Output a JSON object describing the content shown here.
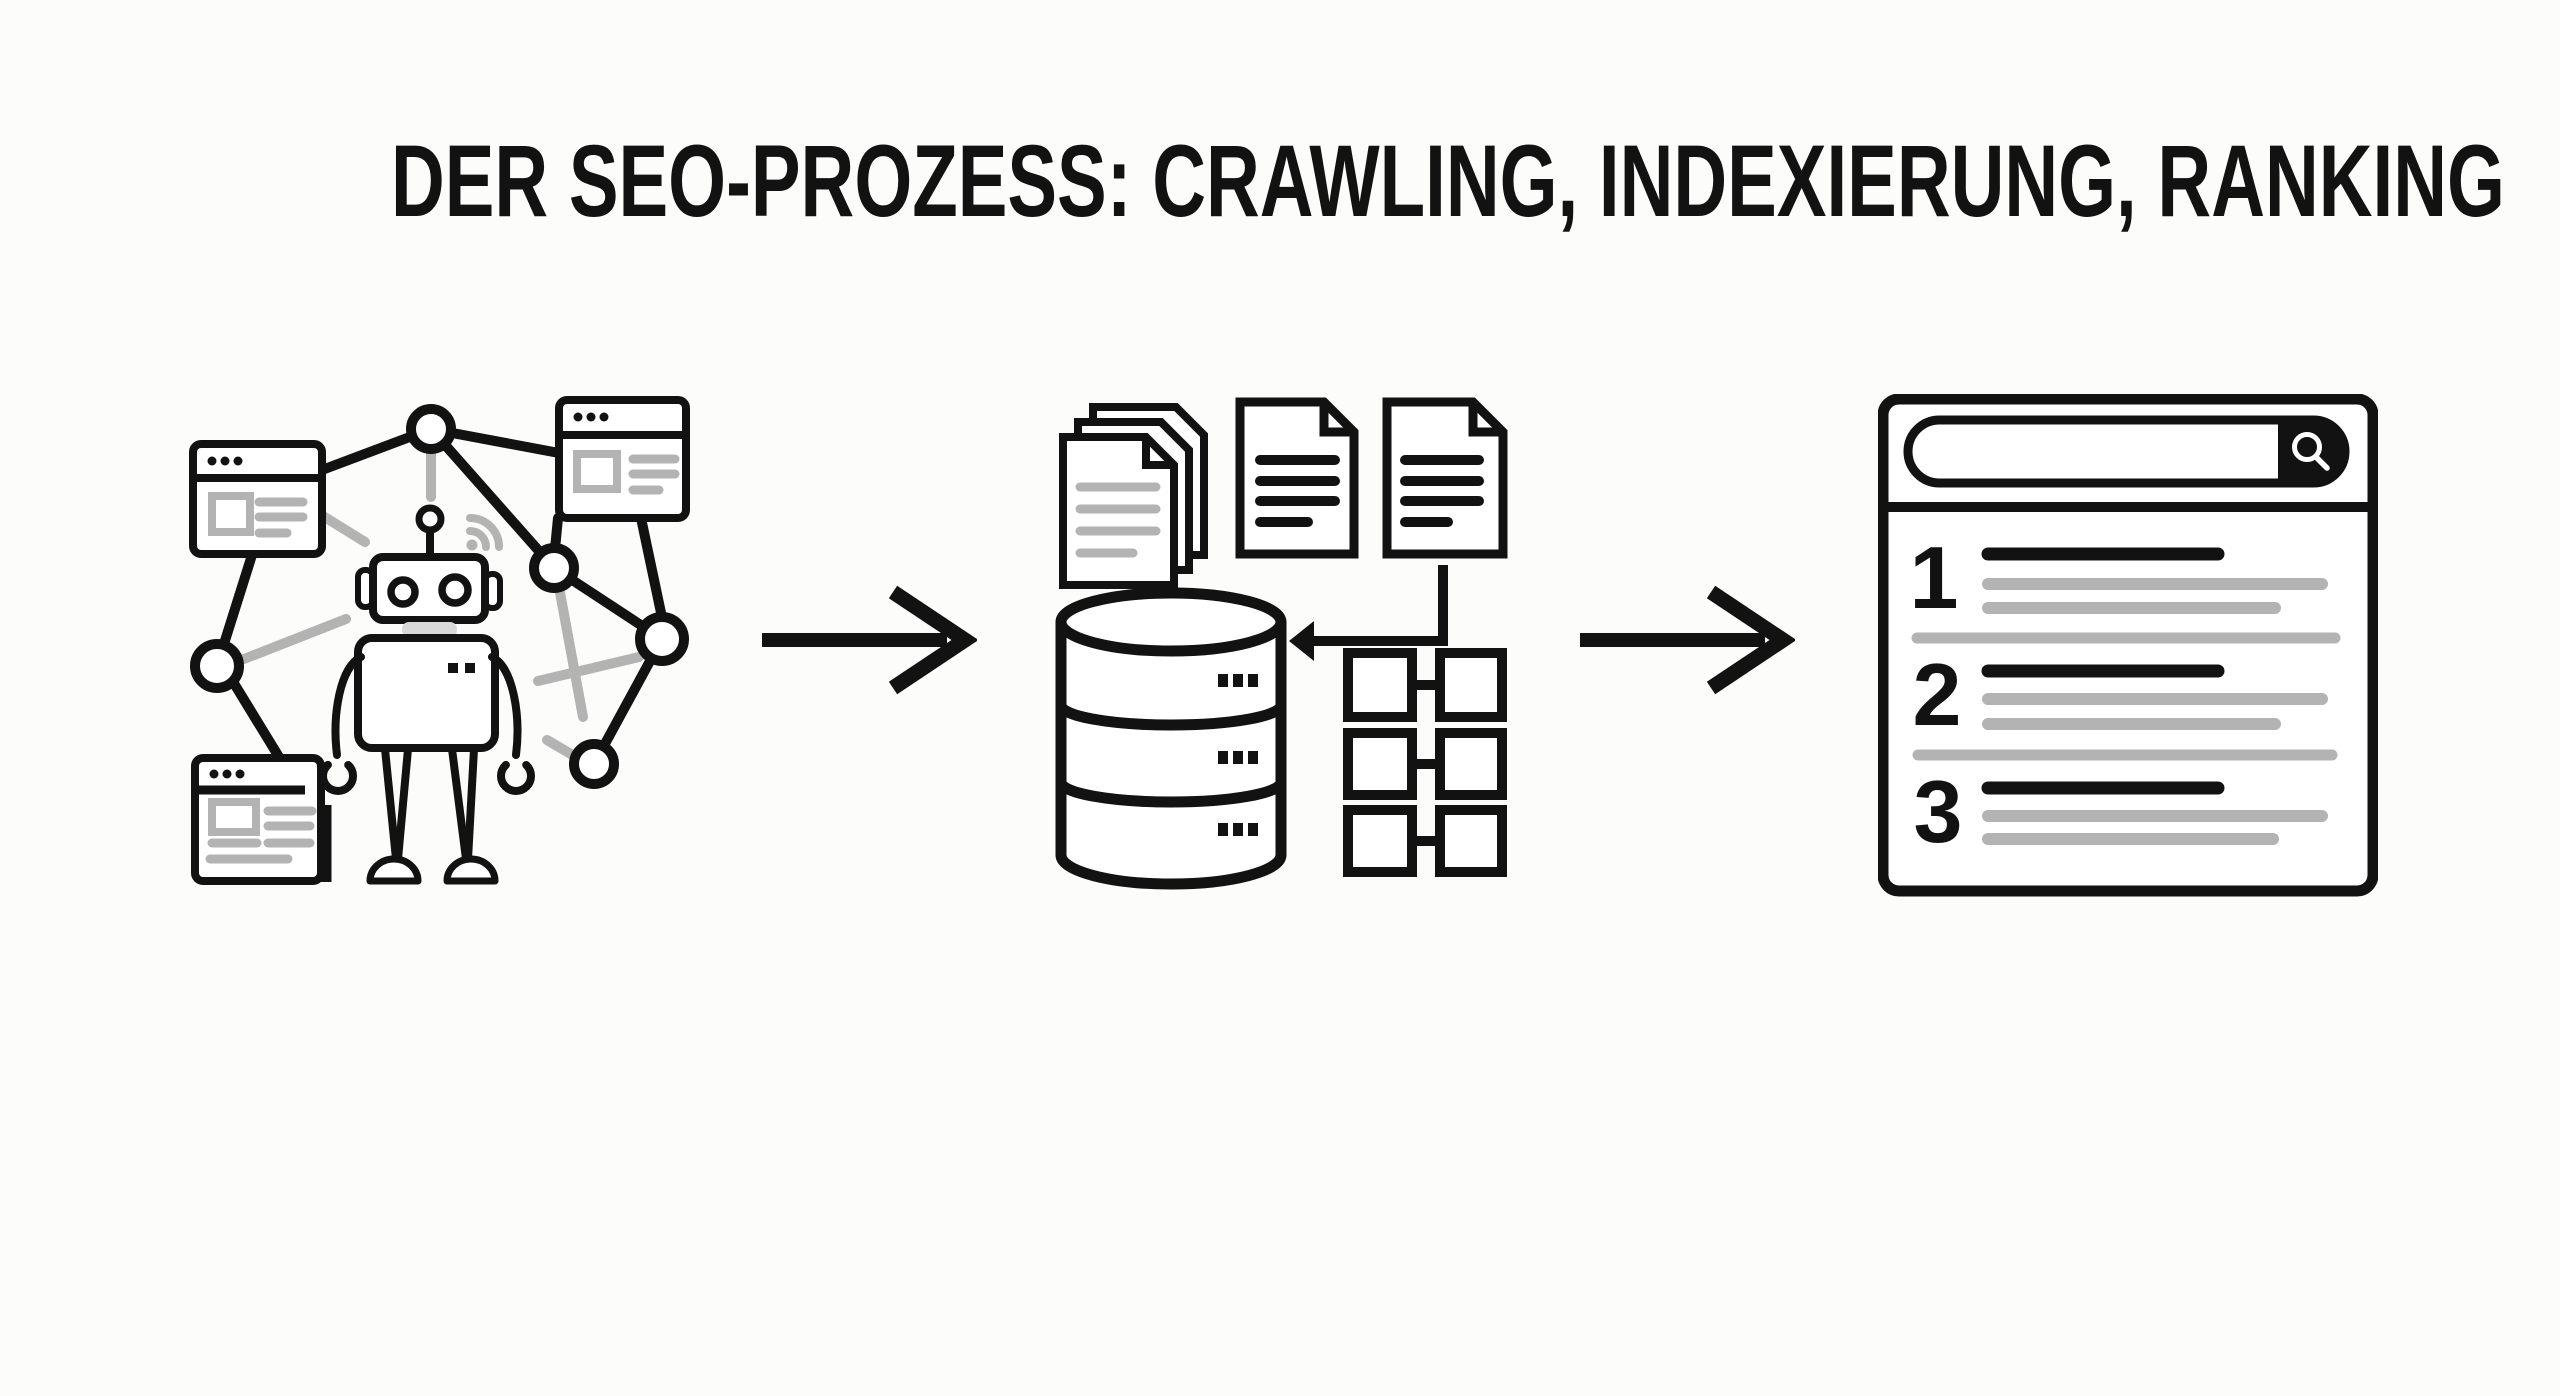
{
  "title": "DER SEO-PROZESS: CRAWLING, INDEXIERUNG, RANKING",
  "colors": {
    "ink": "#121212",
    "gray": "#b3b3b3",
    "lightgray": "#d9d9d9",
    "bg": "#fcfcfb",
    "white": "#ffffff"
  },
  "stages": [
    {
      "id": "crawling",
      "icon": "robot-crawler-network-icon"
    },
    {
      "id": "indexierung",
      "icon": "documents-database-icon"
    },
    {
      "id": "ranking",
      "icon": "search-results-icon"
    }
  ],
  "connectors": [
    {
      "icon": "arrow-right-icon"
    },
    {
      "icon": "arrow-right-icon"
    }
  ],
  "serp": {
    "ranks": [
      "1",
      "2",
      "3"
    ]
  }
}
